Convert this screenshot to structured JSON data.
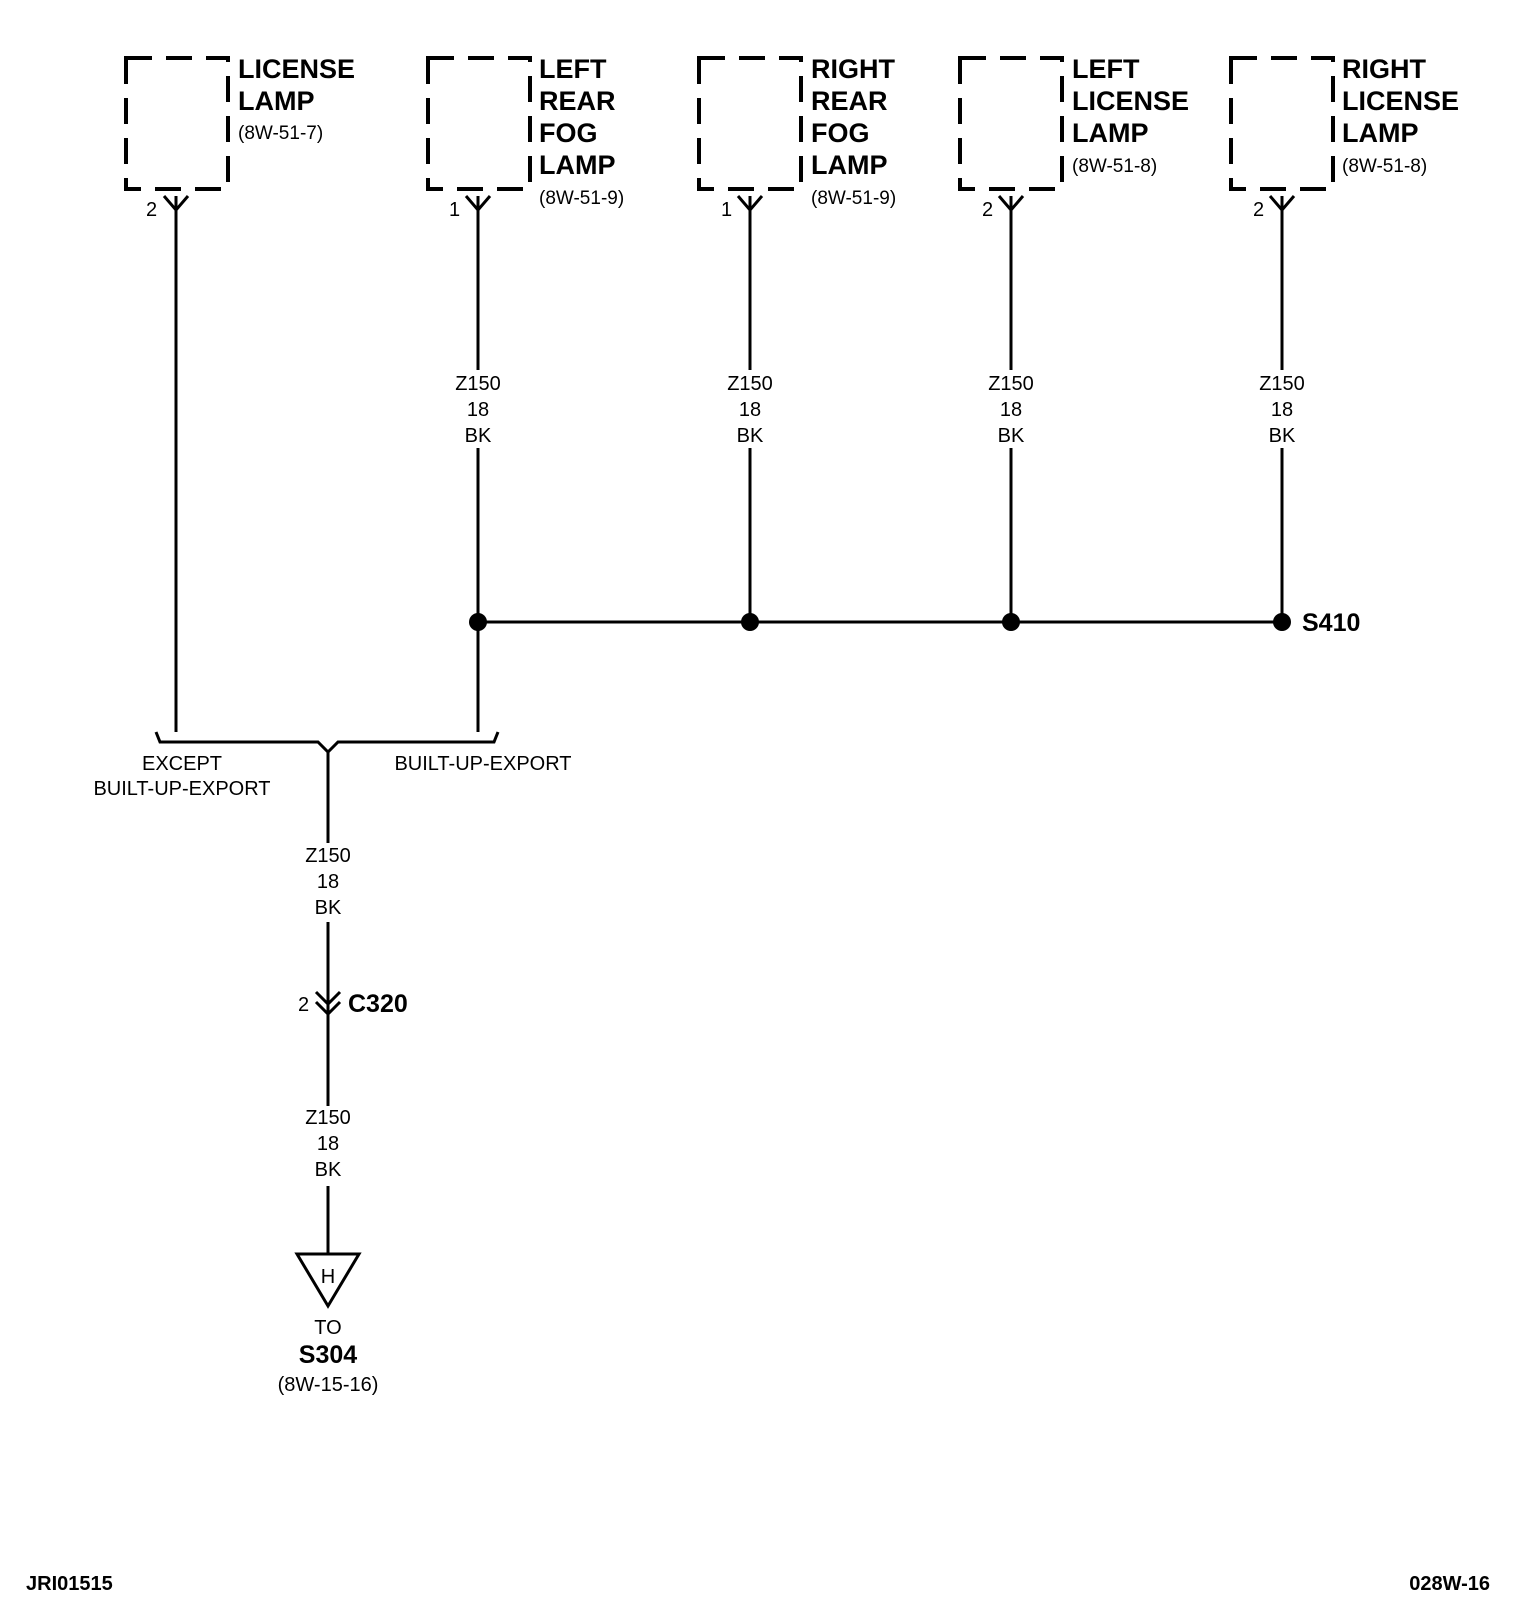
{
  "components": [
    {
      "lines": [
        "LICENSE",
        "LAMP"
      ],
      "ref": "(8W-51-7)",
      "pin": "2"
    },
    {
      "lines": [
        "LEFT",
        "REAR",
        "FOG",
        "LAMP"
      ],
      "ref": "(8W-51-9)",
      "pin": "1"
    },
    {
      "lines": [
        "RIGHT",
        "REAR",
        "FOG",
        "LAMP"
      ],
      "ref": "(8W-51-9)",
      "pin": "1"
    },
    {
      "lines": [
        "LEFT",
        "LICENSE",
        "LAMP"
      ],
      "ref": "(8W-51-8)",
      "pin": "2"
    },
    {
      "lines": [
        "RIGHT",
        "LICENSE",
        "LAMP"
      ],
      "ref": "(8W-51-8)",
      "pin": "2"
    }
  ],
  "wire_labels": [
    {
      "circuit": "Z150",
      "gauge": "18",
      "color": "BK"
    },
    {
      "circuit": "Z150",
      "gauge": "18",
      "color": "BK"
    },
    {
      "circuit": "Z150",
      "gauge": "18",
      "color": "BK"
    },
    {
      "circuit": "Z150",
      "gauge": "18",
      "color": "BK"
    },
    {
      "circuit": "Z150",
      "gauge": "18",
      "color": "BK"
    },
    {
      "circuit": "Z150",
      "gauge": "18",
      "color": "BK"
    }
  ],
  "splice": {
    "name": "S410"
  },
  "options": {
    "left": [
      "EXCEPT",
      "BUILT-UP-EXPORT"
    ],
    "right": "BUILT-UP-EXPORT"
  },
  "connector": {
    "name": "C320",
    "pin": "2"
  },
  "ground": {
    "letter": "H",
    "to": "TO",
    "dest": "S304",
    "ref": "(8W-15-16)"
  },
  "footer": {
    "left": "JRI01515",
    "right": "028W-16"
  }
}
